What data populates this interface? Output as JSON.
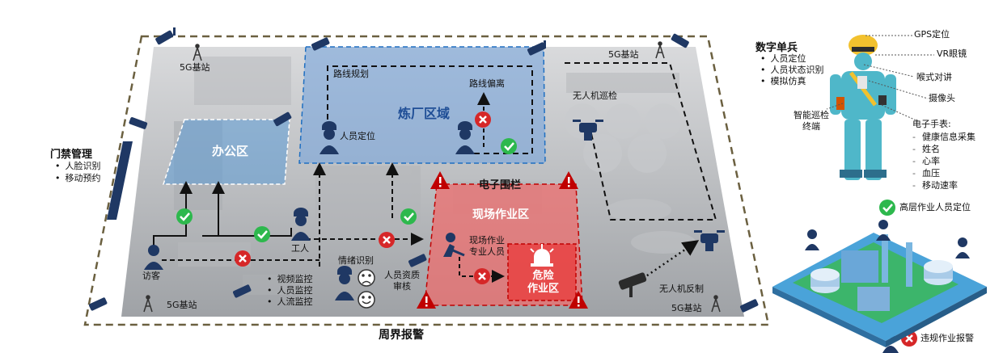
{
  "labels": {
    "perimeter_alarm": "周界报警",
    "access_control": "门禁管理",
    "access_items": [
      "人脸识别",
      "移动预约"
    ],
    "station_5g": "5G基站",
    "office_zone": "办公区",
    "refinery_zone": "炼厂区域",
    "route_planning": "路线规划",
    "route_deviation": "路线偏离",
    "person_location": "人员定位",
    "drone_patrol": "无人机巡检",
    "e_fence": "电子围栏",
    "work_zone": "现场作业区",
    "work_staff": "现场作业\n专业人员",
    "danger_zone": "危险\n作业区",
    "worker": "工人",
    "visitor": "访客",
    "monitoring": [
      "视频监控",
      "人员监控",
      "人流监控"
    ],
    "emotion": "情绪识别",
    "qualification": "人员资质\n审核",
    "anti_drone": "无人机反制",
    "digital_soldier": "数字单兵",
    "soldier_items": [
      "人员定位",
      "人员状态识别",
      "模拟仿真"
    ],
    "gps": "GPS定位",
    "vr": "VR眼镜",
    "throat_mic": "喉式对讲",
    "camera": "摄像头",
    "smart_terminal": "智能巡检\n终端",
    "watch": "电子手表:",
    "watch_items": [
      "健康信息采集",
      "姓名",
      "心率",
      "血压",
      "移动速率"
    ],
    "high_work": "高层作业人员定位",
    "violation": "违规作业报警"
  },
  "colors": {
    "blue_zone": "#5b9bd5",
    "red_zone": "#e8494b",
    "ok_green": "#2db84d",
    "fail_red": "#d62728",
    "navy": "#1f3864"
  }
}
